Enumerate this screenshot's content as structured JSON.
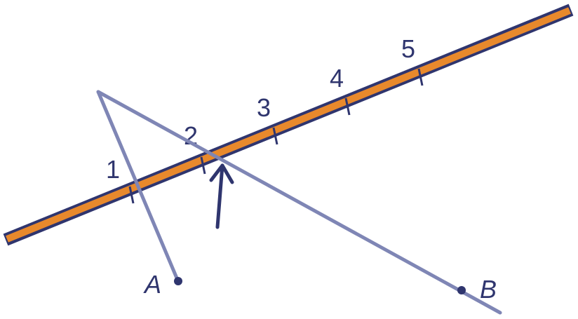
{
  "colors": {
    "ruler_fill": "#e8892c",
    "ruler_outline": "#2f356e",
    "guide_lines": "#7f86b5",
    "ink": "#2f356e",
    "background": "#ffffff"
  },
  "ruler": {
    "tick_labels": [
      "1",
      "2",
      "3",
      "4",
      "5"
    ]
  },
  "points": {
    "a_label": "A",
    "b_label": "B"
  },
  "arrow": {
    "icon": "up-arrow-icon"
  }
}
